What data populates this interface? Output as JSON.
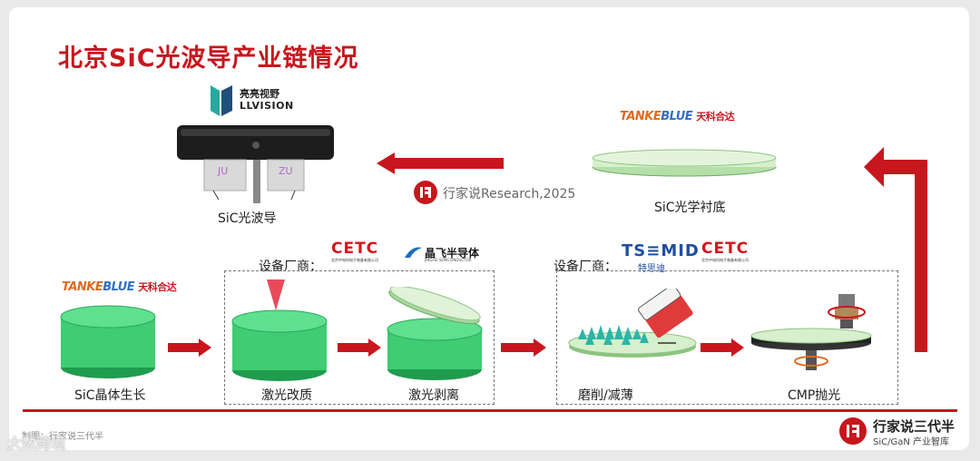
{
  "title": "北京SiC光波导产业链情况",
  "llvision": {
    "cn": "亮亮视野",
    "en": "LLVISION"
  },
  "tankeblue": {
    "part1": "TANKE",
    "part2": "BLUE",
    "cn": "天科合达"
  },
  "cetc": {
    "mark": "CETC",
    "sub": "北京中电科电子装备有限公司"
  },
  "jingfei": {
    "cn": "晶飞半导体",
    "en": "JINGFEI SEMICONDUCTOR"
  },
  "tsemid": {
    "en": "TS≡MID",
    "cn": "特思迪"
  },
  "vendor_label": "设备厂商：",
  "watermark_center": "行家说Research,2025",
  "glasses_marks": {
    "left": "JU",
    "right": "ZU"
  },
  "steps": {
    "waveguide": "SiC光波导",
    "optical_substrate": "SiC光学衬底",
    "crystal_growth": "SiC晶体生长",
    "laser_modification": "激光改质",
    "laser_lift_off": "激光剥离",
    "grinding_thinning": "磨削/减薄",
    "cmp_polishing": "CMP抛光"
  },
  "footer": {
    "source": "制图：行家说三代半",
    "brand_name": "行家说三代半",
    "brand_sub": "SiC/GaN 产业智库",
    "watermark": "大数跨境"
  },
  "colors": {
    "accent": "#c8161d",
    "green": "#3fcc73",
    "green_dark": "#1f9c4d"
  }
}
